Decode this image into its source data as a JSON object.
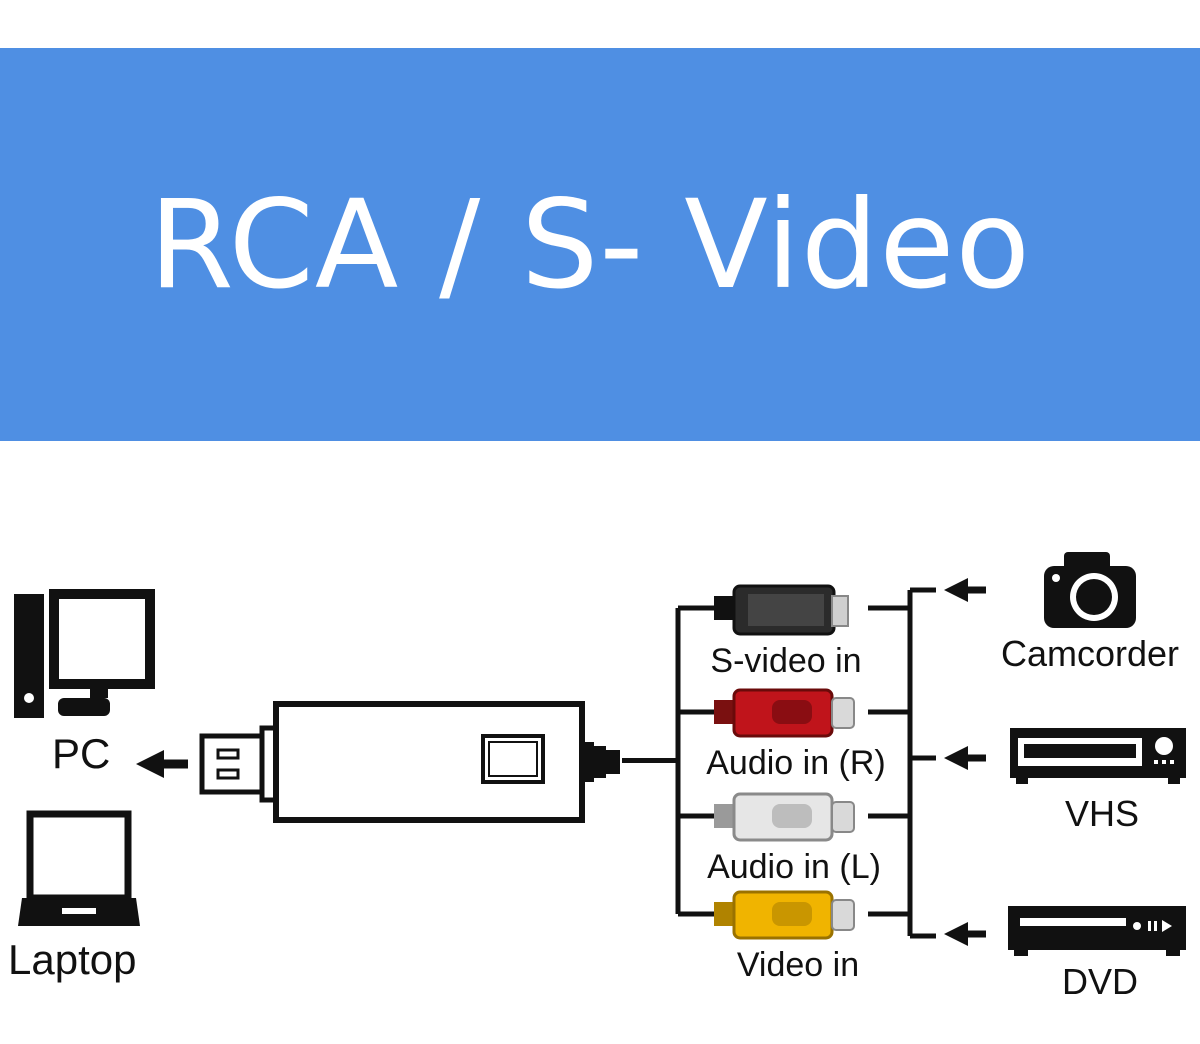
{
  "banner": {
    "title": "RCA / S- Video",
    "background": "#4f8fe3"
  },
  "diagram": {
    "host_devices": [
      {
        "label": "PC",
        "icon": "desktop-pc-icon"
      },
      {
        "label": "Laptop",
        "icon": "laptop-icon"
      }
    ],
    "capture_device": {
      "icon": "usb-capture-stick-icon"
    },
    "inputs": [
      {
        "label": "S-video in",
        "plug_color": "#2b2b2b",
        "icon": "s-video-plug-icon"
      },
      {
        "label": "Audio in (R)",
        "plug_color": "#c0141b",
        "icon": "red-rca-plug-icon"
      },
      {
        "label": "Audio in (L)",
        "plug_color": "#e6e6e6",
        "icon": "white-rca-plug-icon"
      },
      {
        "label": "Video in",
        "plug_color": "#f0b400",
        "icon": "yellow-rca-plug-icon"
      }
    ],
    "sources": [
      {
        "label": "Camcorder",
        "icon": "camcorder-icon"
      },
      {
        "label": "VHS",
        "icon": "vhs-player-icon"
      },
      {
        "label": "DVD",
        "icon": "dvd-player-icon"
      }
    ]
  }
}
